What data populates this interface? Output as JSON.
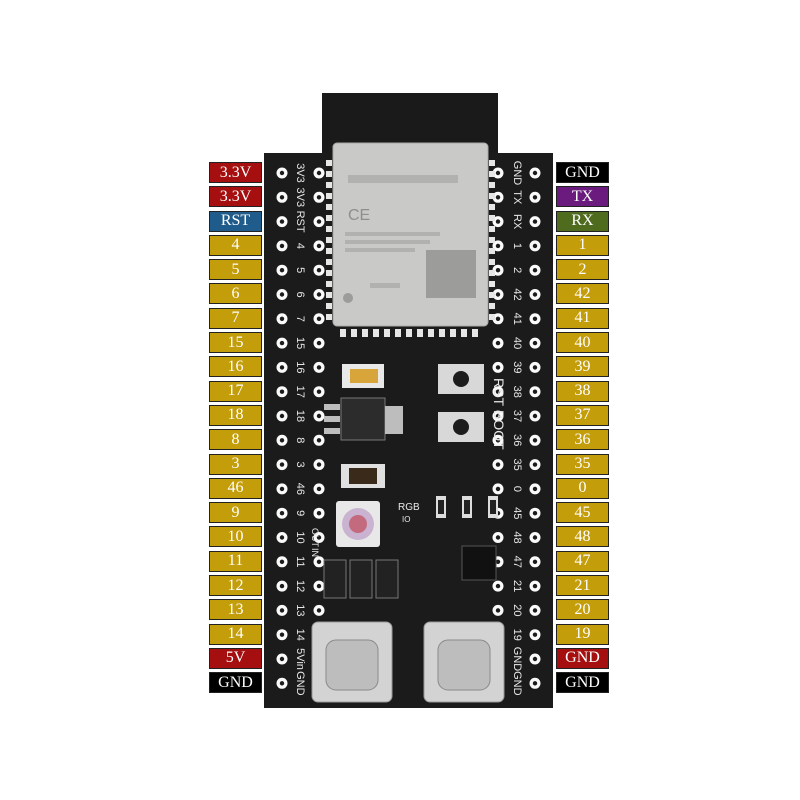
{
  "left_labels": [
    {
      "text": "3.3V",
      "color": "red"
    },
    {
      "text": "3.3V",
      "color": "red"
    },
    {
      "text": "RST",
      "color": "blue"
    },
    {
      "text": "4",
      "color": "gold"
    },
    {
      "text": "5",
      "color": "gold"
    },
    {
      "text": "6",
      "color": "gold"
    },
    {
      "text": "7",
      "color": "gold"
    },
    {
      "text": "15",
      "color": "gold"
    },
    {
      "text": "16",
      "color": "gold"
    },
    {
      "text": "17",
      "color": "gold"
    },
    {
      "text": "18",
      "color": "gold"
    },
    {
      "text": "8",
      "color": "gold"
    },
    {
      "text": "3",
      "color": "gold"
    },
    {
      "text": "46",
      "color": "gold"
    },
    {
      "text": "9",
      "color": "gold"
    },
    {
      "text": "10",
      "color": "gold"
    },
    {
      "text": "11",
      "color": "gold"
    },
    {
      "text": "12",
      "color": "gold"
    },
    {
      "text": "13",
      "color": "gold"
    },
    {
      "text": "14",
      "color": "gold"
    },
    {
      "text": "5V",
      "color": "red"
    },
    {
      "text": "GND",
      "color": "black"
    }
  ],
  "right_labels": [
    {
      "text": "GND",
      "color": "black"
    },
    {
      "text": "TX",
      "color": "purple"
    },
    {
      "text": "RX",
      "color": "green"
    },
    {
      "text": "1",
      "color": "gold"
    },
    {
      "text": "2",
      "color": "gold"
    },
    {
      "text": "42",
      "color": "gold"
    },
    {
      "text": "41",
      "color": "gold"
    },
    {
      "text": "40",
      "color": "gold"
    },
    {
      "text": "39",
      "color": "gold"
    },
    {
      "text": "38",
      "color": "gold"
    },
    {
      "text": "37",
      "color": "gold"
    },
    {
      "text": "36",
      "color": "gold"
    },
    {
      "text": "35",
      "color": "gold"
    },
    {
      "text": "0",
      "color": "gold"
    },
    {
      "text": "45",
      "color": "gold"
    },
    {
      "text": "48",
      "color": "gold"
    },
    {
      "text": "47",
      "color": "gold"
    },
    {
      "text": "21",
      "color": "gold"
    },
    {
      "text": "20",
      "color": "gold"
    },
    {
      "text": "19",
      "color": "gold"
    },
    {
      "text": "GND",
      "color": "red"
    },
    {
      "text": "GND",
      "color": "black"
    }
  ],
  "board": {
    "left_silk": [
      "3V3",
      "3V3",
      "RST",
      "4",
      "5",
      "6",
      "7",
      "15",
      "16",
      "17",
      "18",
      "8",
      "3",
      "46",
      "9",
      "10",
      "11",
      "12",
      "13",
      "14",
      "5Vin",
      "GND"
    ],
    "right_silk": [
      "GND",
      "TX",
      "RX",
      "1",
      "2",
      "42",
      "41",
      "40",
      "39",
      "38",
      "37",
      "36",
      "35",
      "0",
      "45",
      "48",
      "47",
      "21",
      "20",
      "19",
      "GND",
      "GND"
    ],
    "button_rst_label": "RST",
    "button_boot_label": "BOOT",
    "rgb_label": "RGB",
    "io_label": "IO",
    "out_label": "OUT",
    "in_label": "IN",
    "ce_mark": "CE"
  }
}
